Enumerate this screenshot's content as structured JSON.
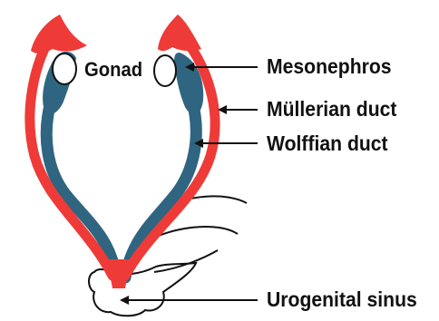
{
  "labels": {
    "gonad": "Gonad",
    "mesonephros": "Mesonephros",
    "mullerian_duct": "Müllerian duct",
    "wolffian_duct": "Wolffian duct",
    "urogenital_sinus": "Urogenital sinus"
  },
  "colors": {
    "mullerian": "#ee3b38",
    "wolffian": "#2f6580",
    "outline": "#111111",
    "background": "#ffffff"
  }
}
